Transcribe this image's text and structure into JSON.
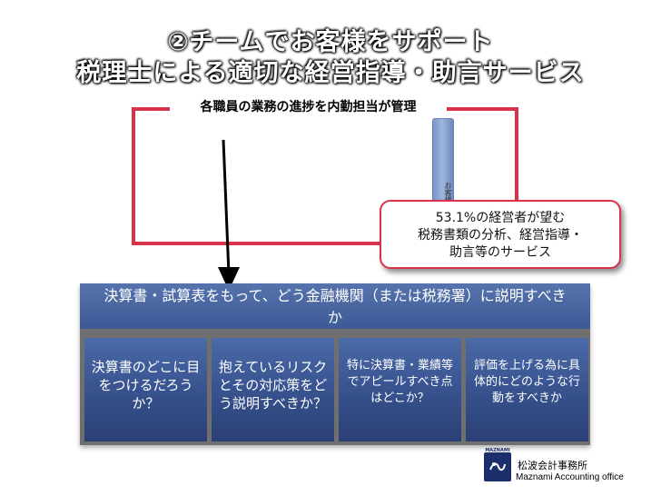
{
  "title": {
    "line1": "②チームでお客様をサポート",
    "line2": "税理士による適切な経営指導・助言サービス"
  },
  "diagram": {
    "caption": "各職員の業務の進捗を内勤担当が管理",
    "client_label": "お客様",
    "callout": {
      "line1": "53.1%の経営者が望む",
      "line2": "税務書類の分析、経営指導・",
      "line3": "助言等のサービス"
    }
  },
  "panel": {
    "header": {
      "line1": "決算書・試算表をもって、どう金融機関（または税務署）に説明すべき",
      "line2": "か"
    },
    "items": [
      {
        "lines": [
          "決算書のどこに目",
          "をつけるだろう",
          "か？"
        ]
      },
      {
        "lines": [
          "抱えているリスク",
          "とその対応策をど",
          "う説明すべきか？"
        ]
      },
      {
        "lines": [
          "特に決算書・業績等",
          "でアピールすべき点",
          "はどこか？"
        ]
      },
      {
        "lines": [
          "評価を上げる為に具",
          "体的にどのような行",
          "動をすべきか"
        ]
      }
    ]
  },
  "footer": {
    "logo_text": "MAZNAMI",
    "company_jp": "松波会計事務所",
    "company_en": "Maznami Accounting office"
  },
  "colors": {
    "frame_red": "#d9334b",
    "panel_blue": "#3e5a96",
    "panel_gray": "#6f6f6f",
    "logo_navy": "#1a2f6b"
  }
}
